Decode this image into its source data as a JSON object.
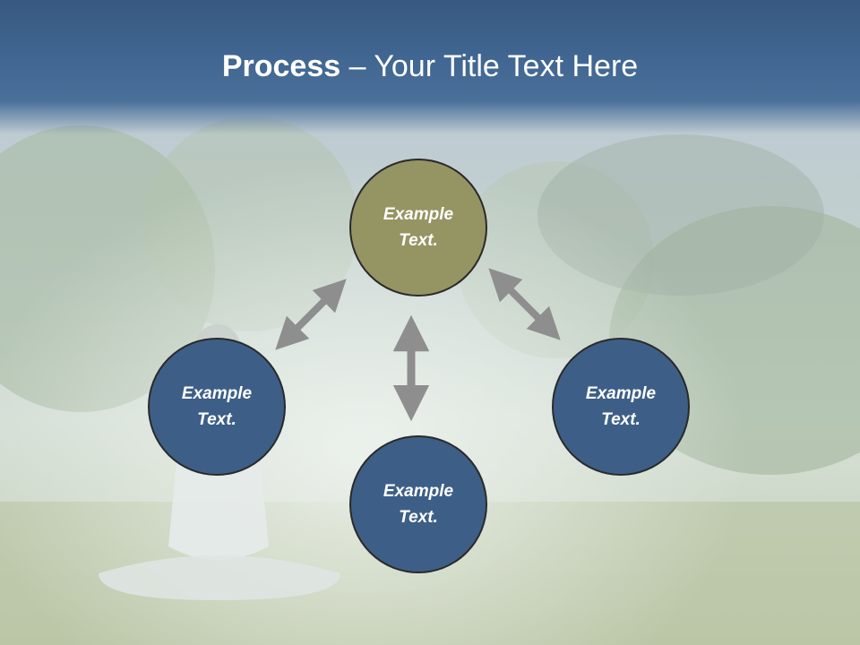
{
  "title": {
    "bold": "Process",
    "rest": " – Your Title Text Here"
  },
  "nodes": [
    {
      "text": "Example\nText.",
      "color": "#959463"
    },
    {
      "text": "Example\nText.",
      "color": "#3d5f87"
    },
    {
      "text": "Example\nText.",
      "color": "#3d5f87"
    },
    {
      "text": "Example\nText.",
      "color": "#3d5f87"
    }
  ],
  "colors": {
    "title_bar": "#3f6590",
    "arrow": "#8e8e8e"
  }
}
